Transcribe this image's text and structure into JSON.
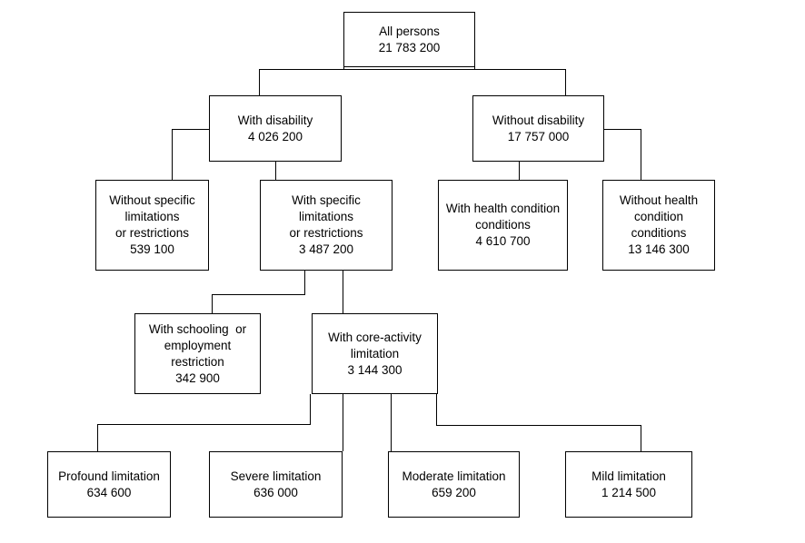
{
  "diagram": {
    "type": "tree",
    "colors": {
      "line": "#000000",
      "background": "#ffffff",
      "text": "#000000"
    },
    "nodes": [
      {
        "id": "all-persons",
        "label": "All persons",
        "value": "21 783 200"
      },
      {
        "id": "with-disability",
        "label": "With disability",
        "value": "4 026 200"
      },
      {
        "id": "without-disability",
        "label": "Without disability",
        "value": "17 757 000"
      },
      {
        "id": "without-specific-limitations",
        "label": "Without specific\nlimitations\nor restrictions",
        "value": "539 100"
      },
      {
        "id": "with-specific-limitations",
        "label": "With specific\nlimitations\nor restrictions",
        "value": "3 487 200"
      },
      {
        "id": "with-health-condition",
        "label": "With health condition\nconditions",
        "value": "4 610 700"
      },
      {
        "id": "without-health-condition",
        "label": "Without health\ncondition\nconditions",
        "value": "13 146 300"
      },
      {
        "id": "with-schooling-restriction",
        "label": "With schooling  or\nemployment\nrestriction",
        "value": "342 900"
      },
      {
        "id": "with-core-activity",
        "label": "With core-activity\nlimitation",
        "value": "3 144 300"
      },
      {
        "id": "profound-limitation",
        "label": "Profound limitation",
        "value": "634 600"
      },
      {
        "id": "severe-limitation",
        "label": "Severe limitation",
        "value": "636 000"
      },
      {
        "id": "moderate-limitation",
        "label": "Moderate limitation",
        "value": "659 200"
      },
      {
        "id": "mild-limitation",
        "label": "Mild limitation",
        "value": "1 214 500"
      }
    ],
    "edges": [
      [
        "all-persons",
        "with-disability"
      ],
      [
        "all-persons",
        "without-disability"
      ],
      [
        "with-disability",
        "without-specific-limitations"
      ],
      [
        "with-disability",
        "with-specific-limitations"
      ],
      [
        "without-disability",
        "with-health-condition"
      ],
      [
        "without-disability",
        "without-health-condition"
      ],
      [
        "with-specific-limitations",
        "with-schooling-restriction"
      ],
      [
        "with-specific-limitations",
        "with-core-activity"
      ],
      [
        "with-core-activity",
        "profound-limitation"
      ],
      [
        "with-core-activity",
        "severe-limitation"
      ],
      [
        "with-core-activity",
        "moderate-limitation"
      ],
      [
        "with-core-activity",
        "mild-limitation"
      ]
    ]
  }
}
